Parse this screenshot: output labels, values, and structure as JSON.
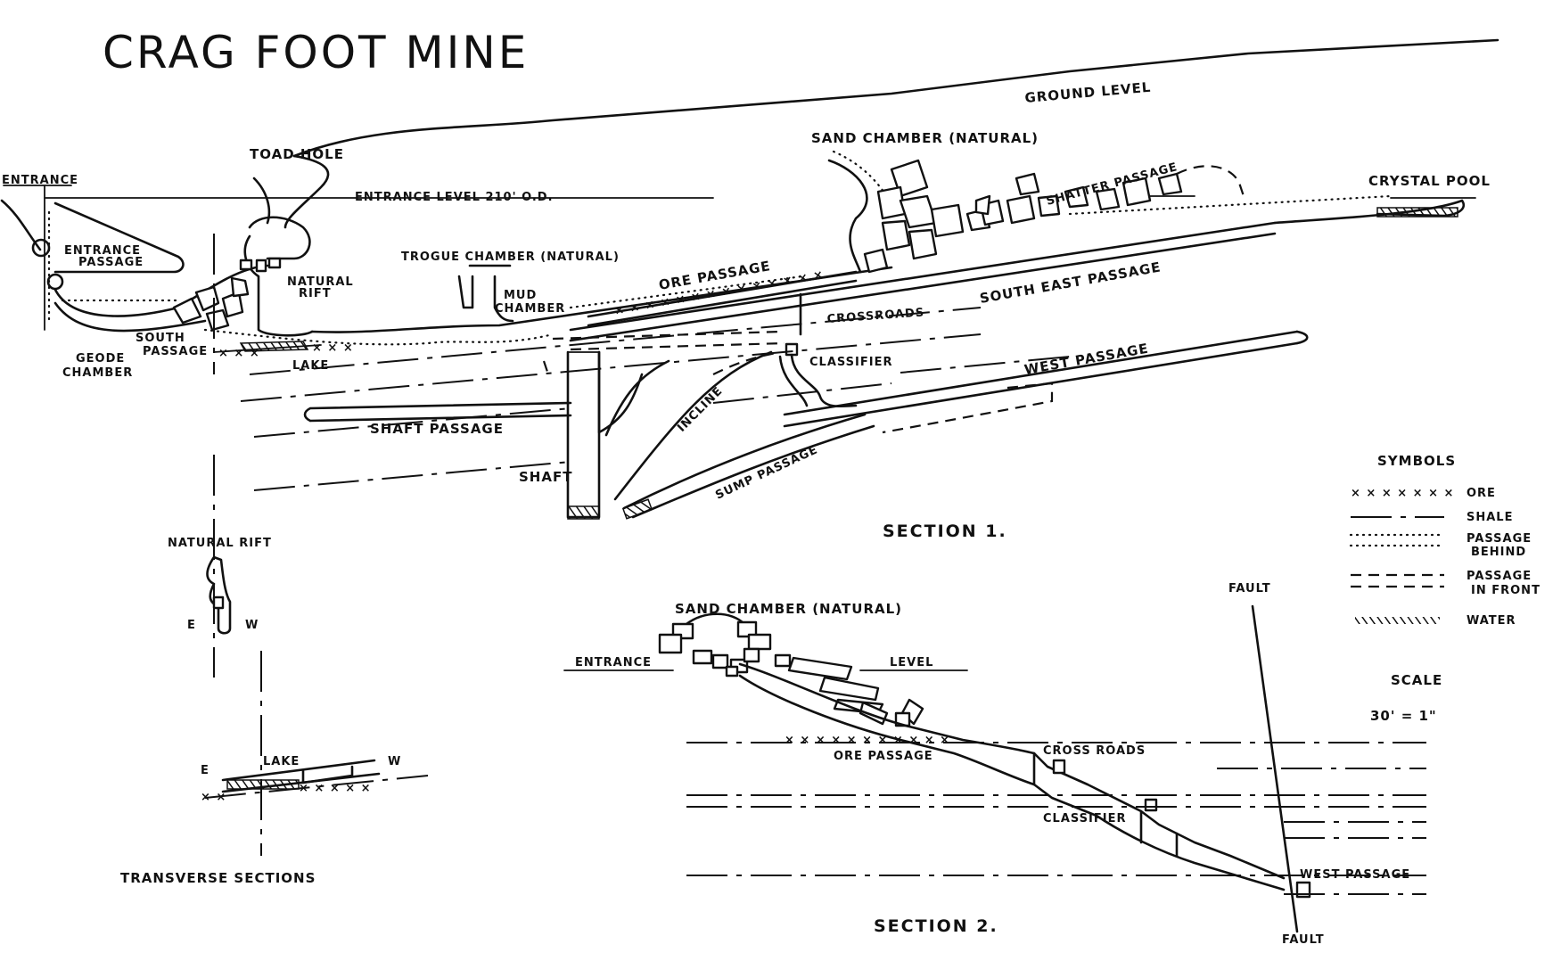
{
  "title": "CRAG FOOT MINE",
  "section1": {
    "caption": "SECTION 1.",
    "labels": {
      "ground_level": "GROUND LEVEL",
      "entrance": "ENTRANCE",
      "toad_hole": "TOAD HOLE",
      "entrance_level": "ENTRANCE LEVEL 210' O.D.",
      "sand_chamber": "SAND CHAMBER (NATURAL)",
      "shatter_passage": "SHATTER PASSAGE",
      "crystal_pool": "CRYSTAL POOL",
      "entrance_passage_1": "ENTRANCE",
      "entrance_passage_2": "PASSAGE",
      "natural_rift_1": "NATURAL",
      "natural_rift_2": "RIFT",
      "trogue_chamber": "TROGUE CHAMBER (NATURAL)",
      "ore_passage": "ORE PASSAGE",
      "mud_chamber_1": "MUD",
      "mud_chamber_2": "CHAMBER",
      "south_east_passage": "SOUTH EAST PASSAGE",
      "crossroads": "CROSSROADS",
      "south_passage_1": "SOUTH",
      "south_passage_2": "PASSAGE",
      "geode_chamber_1": "GEODE",
      "geode_chamber_2": "CHAMBER",
      "lake": "LAKE",
      "classifier": "CLASSIFIER",
      "west_passage": "WEST PASSAGE",
      "shaft_passage": "SHAFT PASSAGE",
      "incline": "INCLINE",
      "sump_passage": "SUMP PASSAGE",
      "shaft": "SHAFT"
    }
  },
  "section2": {
    "caption": "SECTION 2.",
    "labels": {
      "sand_chamber": "SAND CHAMBER (NATURAL)",
      "entrance": "ENTRANCE",
      "level": "LEVEL",
      "ore_passage": "ORE PASSAGE",
      "cross_roads": "CROSS ROADS",
      "classifier": "CLASSIFIER",
      "west_passage": "WEST PASSAGE",
      "fault_top": "FAULT",
      "fault_bottom": "FAULT",
      "ore_marks": "× × × × × × × × × × ×"
    }
  },
  "transverse": {
    "caption": "TRANSVERSE SECTIONS",
    "natural_rift": "NATURAL RIFT",
    "east_1": "E",
    "west_1": "W",
    "lake": "LAKE",
    "east_2": "E",
    "west_2": "W"
  },
  "legend": {
    "title": "SYMBOLS",
    "items": [
      {
        "symbol": "× × × × × × ×",
        "label": "ORE"
      },
      {
        "symbol": "",
        "label": "SHALE"
      },
      {
        "symbol": "",
        "label": "PASSAGE",
        "label2": "BEHIND"
      },
      {
        "symbol": "",
        "label": "PASSAGE",
        "label2": "IN FRONT"
      },
      {
        "symbol": "",
        "label": "WATER"
      }
    ]
  },
  "scale": {
    "title": "SCALE",
    "value": "30' = 1\""
  },
  "ore_marks_s1": "× × × × × × × × × × × × × ×"
}
